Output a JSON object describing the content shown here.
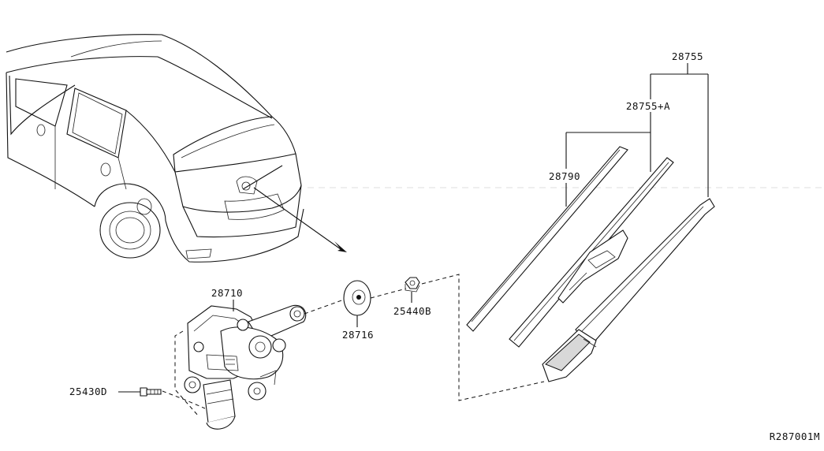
{
  "labels": {
    "wiper_arm_assembly": "28755",
    "wiper_arm": "28755+A",
    "wiper_blade": "28790",
    "wiper_motor": "28710",
    "pivot_cap": "28716",
    "nut": "25440B",
    "bolt": "25430D",
    "diagram_code": "R287001M"
  }
}
